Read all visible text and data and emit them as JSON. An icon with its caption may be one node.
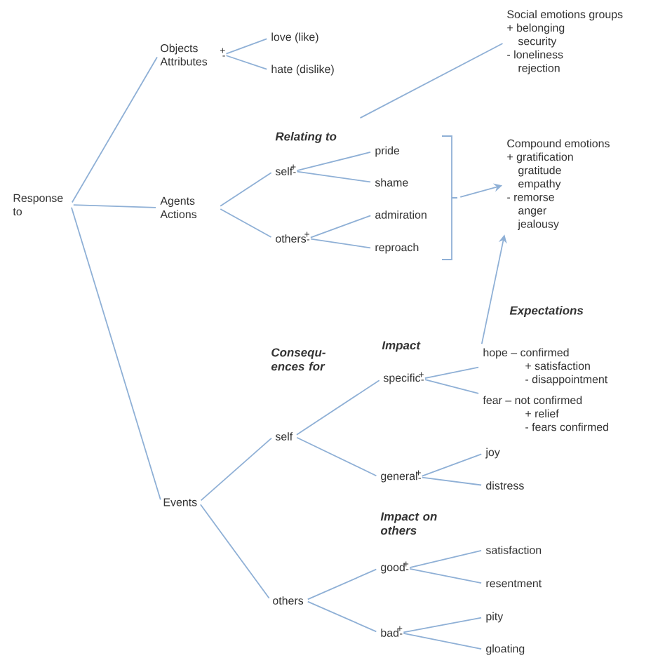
{
  "diagram": {
    "nodes": [
      {
        "text": [
          "Response to"
        ]
      },
      {
        "text": [
          "Objects Attributes"
        ]
      },
      {
        "text": [
          "love (like)"
        ]
      },
      {
        "text": [
          "hate (dislike)"
        ]
      },
      {
        "text": [
          "Social emotions groups",
          "+ belonging",
          "security",
          "- loneliness",
          "rejection"
        ]
      },
      {
        "text": [
          "Agents Actions"
        ]
      },
      {
        "text": [
          "self"
        ]
      },
      {
        "text": [
          "others"
        ]
      },
      {
        "text": [
          "pride"
        ]
      },
      {
        "text": [
          "shame"
        ]
      },
      {
        "text": [
          "admiration"
        ]
      },
      {
        "text": [
          "reproach"
        ]
      },
      {
        "text": [
          "Compound emotions",
          "+ gratification",
          "gratitude",
          "empathy",
          "- remorse",
          "anger",
          "jealousy"
        ]
      },
      {
        "text": [
          "Events"
        ]
      },
      {
        "text": [
          "self"
        ]
      },
      {
        "text": [
          "specific"
        ]
      },
      {
        "text": [
          "hope – confirmed",
          "+ satisfaction",
          "- disappointment"
        ]
      },
      {
        "text": [
          "fear – not confirmed",
          "+ relief",
          "- fears confirmed"
        ]
      },
      {
        "text": [
          "general"
        ]
      },
      {
        "text": [
          "joy"
        ]
      },
      {
        "text": [
          "distress"
        ]
      },
      {
        "text": [
          "others"
        ]
      },
      {
        "text": [
          "good"
        ]
      },
      {
        "text": [
          "satisfaction"
        ]
      },
      {
        "text": [
          "resentment"
        ]
      },
      {
        "text": [
          "bad"
        ]
      },
      {
        "text": [
          "pity"
        ]
      },
      {
        "text": [
          "gloating"
        ]
      },
      {
        "text": [],
        "shape": "bracket"
      }
    ],
    "edges": [
      {
        "from": 0,
        "to": 1,
        "arrow": "none"
      },
      {
        "from": 0,
        "to": 5,
        "arrow": "none"
      },
      {
        "from": 0,
        "to": 13,
        "arrow": "none"
      },
      {
        "from": 1,
        "to": 2,
        "arrow": "none",
        "label": "+"
      },
      {
        "from": 1,
        "to": 3,
        "arrow": "none",
        "label": "-"
      },
      {
        "from": null,
        "to": 4,
        "arrow": "none"
      },
      {
        "from": 5,
        "to": 6,
        "arrow": "none"
      },
      {
        "from": 5,
        "to": 7,
        "arrow": "none"
      },
      {
        "from": 6,
        "to": 8,
        "arrow": "none",
        "label": "+"
      },
      {
        "from": 6,
        "to": 9,
        "arrow": "none",
        "label": "-"
      },
      {
        "from": 7,
        "to": 10,
        "arrow": "none",
        "label": "+"
      },
      {
        "from": 7,
        "to": 11,
        "arrow": "none",
        "label": "-"
      },
      {
        "from": 28,
        "to": 12,
        "arrow": "to"
      },
      {
        "from": 13,
        "to": 14,
        "arrow": "none"
      },
      {
        "from": 13,
        "to": 21,
        "arrow": "none"
      },
      {
        "from": 14,
        "to": 15,
        "arrow": "none"
      },
      {
        "from": 14,
        "to": 18,
        "arrow": "none"
      },
      {
        "from": 15,
        "to": 16,
        "arrow": "none",
        "label": "+"
      },
      {
        "from": 15,
        "to": 17,
        "arrow": "none",
        "label": "-"
      },
      {
        "from": 16,
        "to": 12,
        "arrow": "to"
      },
      {
        "from": 18,
        "to": 19,
        "arrow": "none",
        "label": "+"
      },
      {
        "from": 18,
        "to": 20,
        "arrow": "none",
        "label": "-"
      },
      {
        "from": 21,
        "to": 22,
        "arrow": "none"
      },
      {
        "from": 21,
        "to": 25,
        "arrow": "none"
      },
      {
        "from": 22,
        "to": 23,
        "arrow": "none",
        "label": "+"
      },
      {
        "from": 22,
        "to": 24,
        "arrow": "none",
        "label": "-"
      },
      {
        "from": 25,
        "to": 26,
        "arrow": "none",
        "label": "+"
      },
      {
        "from": 25,
        "to": 27,
        "arrow": "none",
        "label": "-"
      }
    ],
    "labels": [
      "Relating to",
      "Expectations",
      "Consequ- ences for",
      "Impact",
      "Impact on others"
    ]
  }
}
